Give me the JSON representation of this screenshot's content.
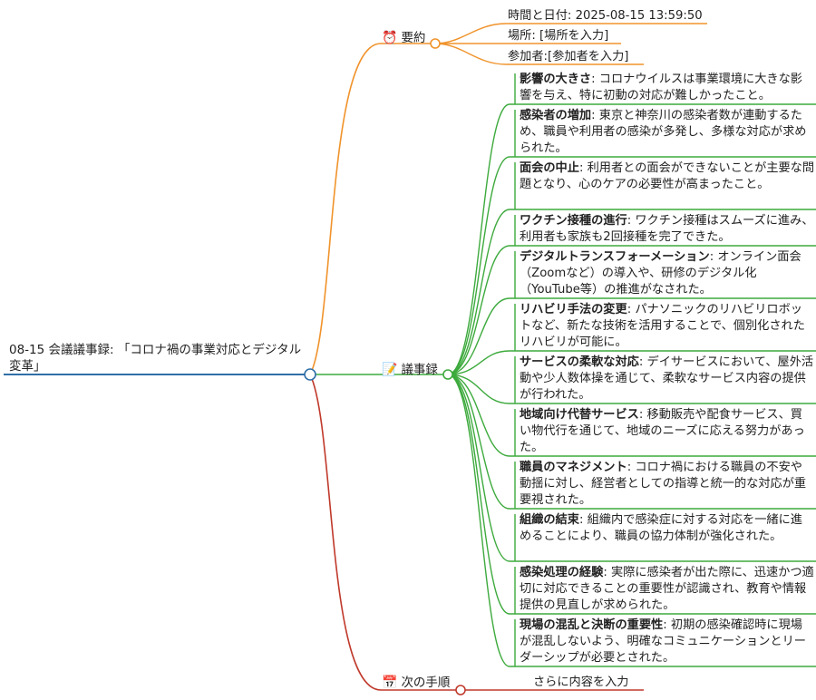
{
  "root": {
    "label": "08-15 会議議事録: 「コロナ禍の事業対応とデジタル変革」"
  },
  "colors": {
    "root": "#2f6fa8",
    "summary": "#f0932b",
    "minutes": "#3daa3d",
    "next": "#c0392b"
  },
  "summary": {
    "icon": "alarm-clock-icon",
    "glyph": "⏰",
    "label": "要約",
    "items": [
      "時間と日付: 2025-08-15 13:59:50",
      "場所: [場所を入力]",
      "参加者:[参加者を入力]"
    ]
  },
  "minutes": {
    "icon": "memo-icon",
    "glyph": "📝",
    "label": "議事録",
    "items": [
      {
        "title": "影響の大きさ",
        "text": ": コロナウイルスは事業環境に大きな影響を与え、特に初動の対応が難しかったこと。"
      },
      {
        "title": "感染者の増加",
        "text": ": 東京と神奈川の感染者数が連動するため、職員や利用者の感染が多発し、多様な対応が求められた。"
      },
      {
        "title": "面会の中止",
        "text": ": 利用者との面会ができないことが主要な問題となり、心のケアの必要性が高まったこと。"
      },
      {
        "title": "ワクチン接種の進行",
        "text": ": ワクチン接種はスムーズに進み、利用者も家族も2回接種を完了できた。"
      },
      {
        "title": "デジタルトランスフォーメーション",
        "text": ": オンライン面会（Zoomなど）の導入や、研修のデジタル化（YouTube等）の推進がなされた。"
      },
      {
        "title": "リハビリ手法の変更",
        "text": ": パナソニックのリハビリロボットなど、新たな技術を活用することで、個別化されたリハビリが可能に。"
      },
      {
        "title": "サービスの柔軟な対応",
        "text": ": デイサービスにおいて、屋外活動や少人数体操を通じて、柔軟なサービス内容の提供が行われた。"
      },
      {
        "title": "地域向け代替サービス",
        "text": ": 移動販売や配食サービス、買い物代行を通じて、地域のニーズに応える努力があった。"
      },
      {
        "title": "職員のマネジメント",
        "text": ": コロナ禍における職員の不安や動揺に対し、経営者としての指導と統一的な対応が重要視された。"
      },
      {
        "title": "組織の結束",
        "text": ": 組織内で感染症に対する対応を一緒に進めることにより、職員の協力体制が強化された。"
      },
      {
        "title": "感染処理の経験",
        "text": ": 実際に感染者が出た際に、迅速かつ適切に対応できることの重要性が認識され、教育や情報提供の見直しが求められた。"
      },
      {
        "title": "現場の混乱と決断の重要性",
        "text": ": 初期の感染確認時に現場が混乱しないよう、明確なコミュニケーションとリーダーシップが必要とされた。"
      }
    ]
  },
  "next_steps": {
    "icon": "calendar-icon",
    "glyph": "📅",
    "label": "次の手順",
    "items": [
      "さらに内容を入力"
    ]
  }
}
